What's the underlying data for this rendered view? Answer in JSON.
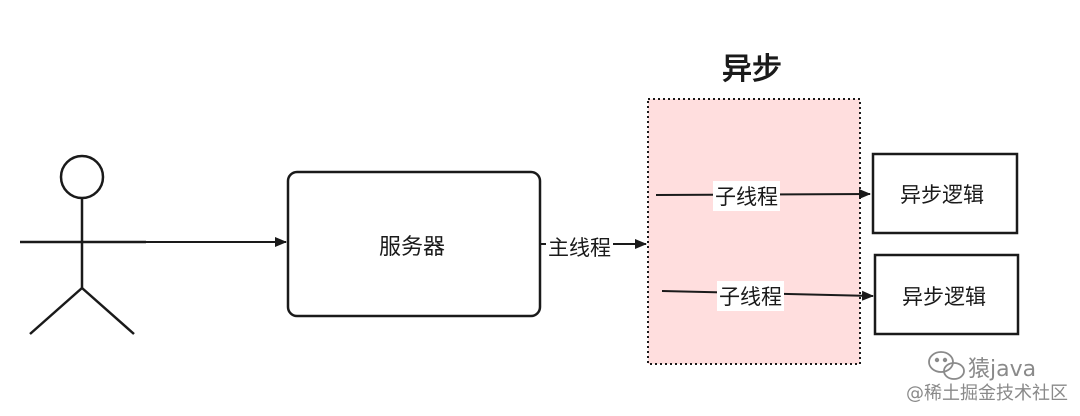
{
  "diagram": {
    "title": "异步",
    "server_label": "服务器",
    "main_thread_label": "主线程",
    "sub_thread_labels": [
      "子线程",
      "子线程"
    ],
    "async_logic_labels": [
      "异步逻辑",
      "异步逻辑"
    ],
    "colors": {
      "async_region_fill": "#ffdede",
      "stroke": "#1a1a1a",
      "watermark": "#8a8a8a"
    }
  },
  "watermark": {
    "icon": "wechat-icon",
    "name": "猿java",
    "site": "@稀土掘金技术社区"
  }
}
